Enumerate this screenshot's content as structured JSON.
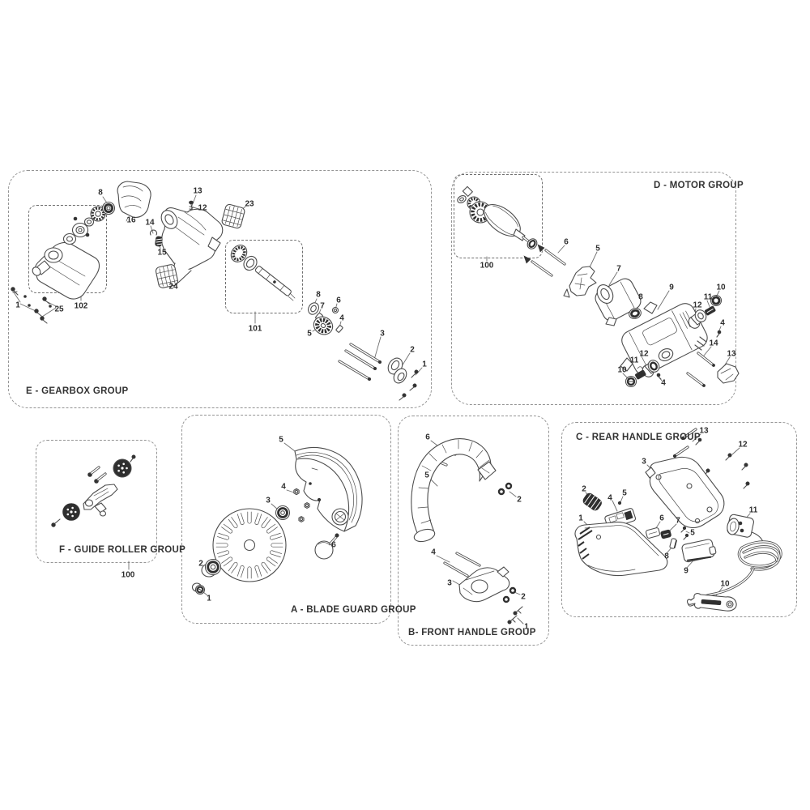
{
  "colors": {
    "background": "#ffffff",
    "box_border": "#949494",
    "subbox_border": "#6f6f6f",
    "line_art": "#4c4c4c",
    "text": "#2e2e2e"
  },
  "groups": {
    "gearbox": {
      "name": "E - GEARBOX GROUP",
      "callouts": [
        "8",
        "16",
        "13",
        "12",
        "23",
        "14",
        "15",
        "24",
        "1",
        "25",
        "102",
        "101",
        "8",
        "7",
        "6",
        "5",
        "4",
        "3",
        "2",
        "1"
      ]
    },
    "motor": {
      "name": "D - MOTOR GROUP",
      "callouts": [
        "100",
        "6",
        "5",
        "7",
        "8",
        "9",
        "10",
        "11",
        "12",
        "4",
        "14",
        "13",
        "12",
        "11",
        "10",
        "4"
      ]
    },
    "guide_roller": {
      "name": "F - GUIDE ROLLER GROUP",
      "callouts": [
        "100"
      ]
    },
    "blade_guard": {
      "name": "A - BLADE GUARD GROUP",
      "callouts": [
        "5",
        "4",
        "3",
        "2",
        "1",
        "6"
      ]
    },
    "front_handle": {
      "name": "B- FRONT HANDLE GROUP",
      "callouts": [
        "6",
        "5",
        "2",
        "4",
        "3",
        "2",
        "1"
      ]
    },
    "rear_handle": {
      "name": "C - REAR HANDLE GROUP",
      "callouts": [
        "13",
        "12",
        "3",
        "2",
        "4",
        "5",
        "1",
        "6",
        "7",
        "5",
        "8",
        "9",
        "11",
        "10"
      ]
    }
  }
}
